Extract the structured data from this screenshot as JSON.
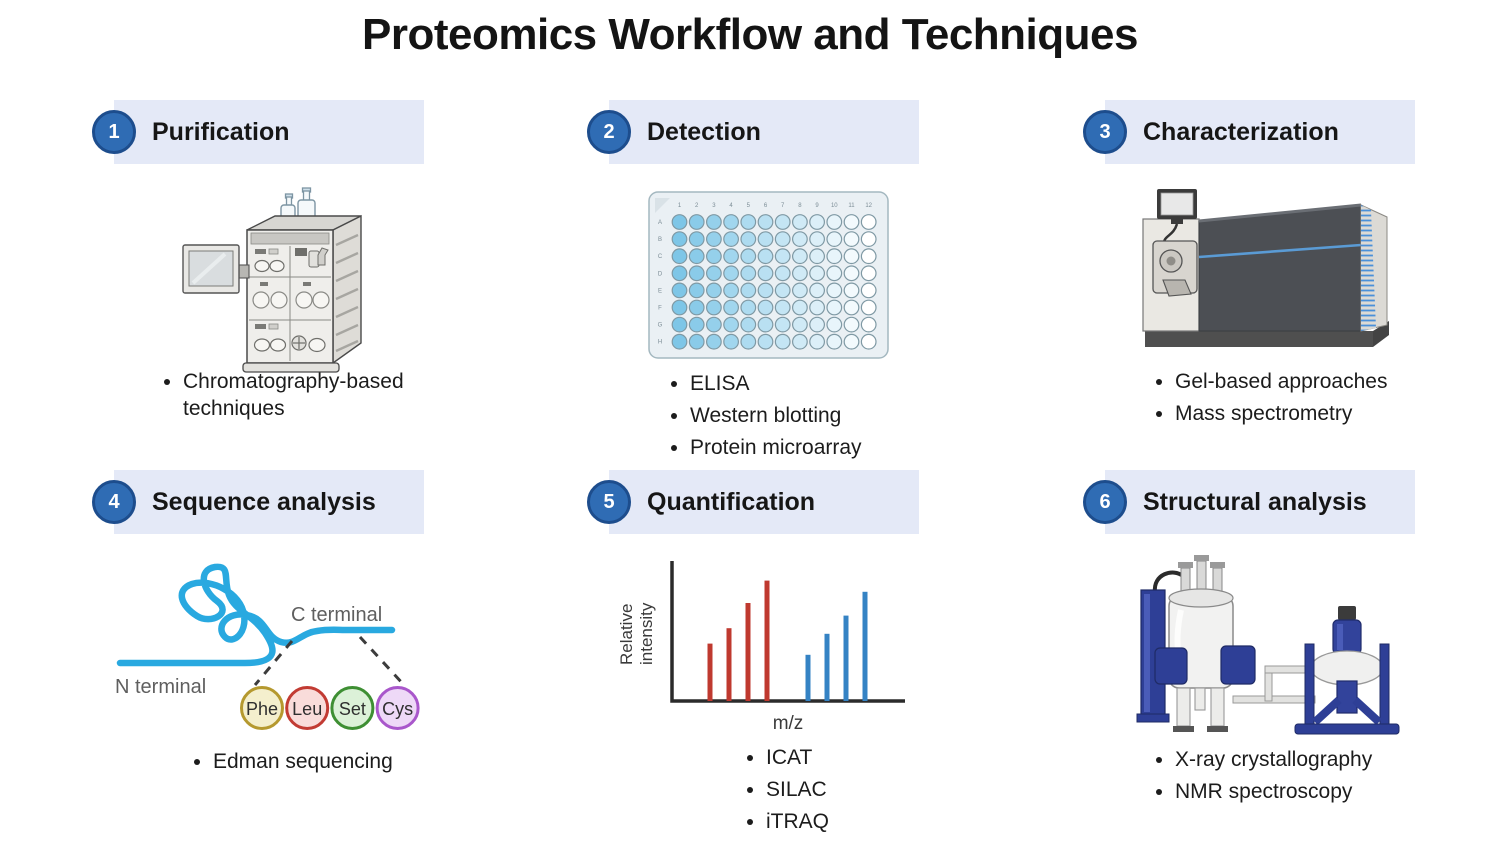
{
  "title": "Proteomics Workflow and Techniques",
  "colors": {
    "header_bg": "#e4e9f7",
    "badge_fill": "#2f6cb4",
    "badge_border": "#1d4d8d",
    "protein_blue": "#29a9e0",
    "label_gray": "#5f5f5f"
  },
  "sections": [
    {
      "number": "1",
      "title": "Purification",
      "bullets": [
        "Chromatography-based techniques"
      ],
      "illustration": "chromatography-system"
    },
    {
      "number": "2",
      "title": "Detection",
      "bullets": [
        "ELISA",
        "Western blotting",
        "Protein microarray"
      ],
      "illustration": "96-well-microplate"
    },
    {
      "number": "3",
      "title": "Characterization",
      "bullets": [
        "Gel-based approaches",
        "Mass spectrometry"
      ],
      "illustration": "mass-spectrometer"
    },
    {
      "number": "4",
      "title": "Sequence analysis",
      "bullets": [
        "Edman sequencing"
      ],
      "illustration": "protein-sequence"
    },
    {
      "number": "5",
      "title": "Quantification",
      "bullets": [
        "ICAT",
        "SILAC",
        "iTRAQ"
      ],
      "illustration": "mass-spectrum-chart"
    },
    {
      "number": "6",
      "title": "Structural analysis",
      "bullets": [
        "X-ray crystallography",
        "NMR spectroscopy"
      ],
      "illustration": "nmr-spectrometer"
    }
  ],
  "sequence_diagram": {
    "n_terminal_label": "N terminal",
    "c_terminal_label": "C terminal",
    "residues": [
      {
        "label": "Phe",
        "fill": "#f4efcd",
        "border": "#b5992f"
      },
      {
        "label": "Leu",
        "fill": "#f9dcda",
        "border": "#c23b33"
      },
      {
        "label": "Set",
        "fill": "#dcf1d8",
        "border": "#3e8f33"
      },
      {
        "label": "Cys",
        "fill": "#eed9f7",
        "border": "#a957cb"
      }
    ]
  },
  "microplate": {
    "row_labels": [
      "A",
      "B",
      "C",
      "D",
      "E",
      "F",
      "G",
      "H"
    ],
    "col_labels": [
      "1",
      "2",
      "3",
      "4",
      "5",
      "6",
      "7",
      "8",
      "9",
      "10",
      "11",
      "12"
    ],
    "well_color_left": "#7ec6e7",
    "well_color_right": "#ffffff"
  },
  "chart_data": {
    "type": "bar",
    "title": "",
    "xlabel": "m/z",
    "ylabel": "Relative intensity",
    "ylim": [
      0,
      100
    ],
    "grid": false,
    "legend": "none",
    "series": [
      {
        "name": "red peaks",
        "color": "#bf392f",
        "values": [
          41,
          52,
          70,
          86
        ]
      },
      {
        "name": "blue peaks",
        "color": "#3583c4",
        "values": [
          33,
          48,
          61,
          78
        ]
      }
    ]
  }
}
